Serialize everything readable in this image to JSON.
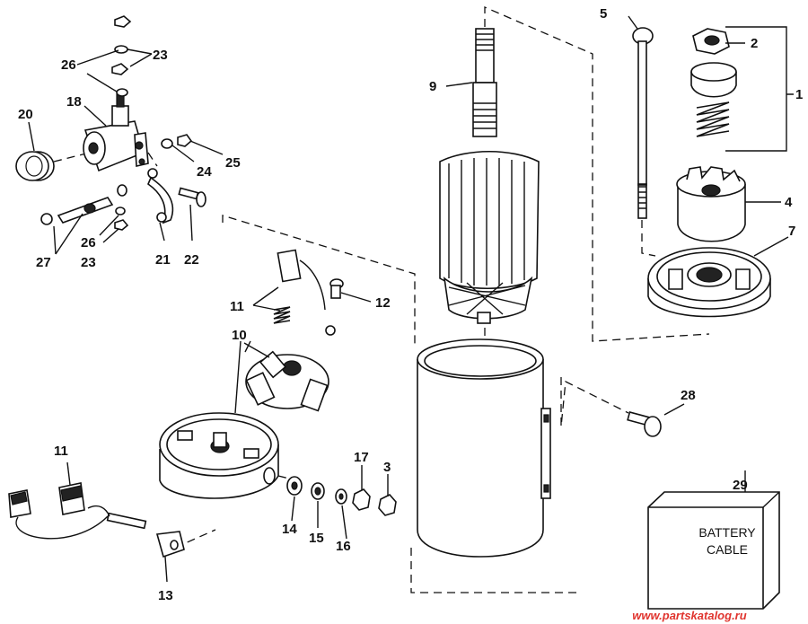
{
  "callouts": [
    {
      "id": "c1",
      "text": "1"
    },
    {
      "id": "c2",
      "text": "2"
    },
    {
      "id": "c3",
      "text": "3"
    },
    {
      "id": "c4",
      "text": "4"
    },
    {
      "id": "c5",
      "text": "5"
    },
    {
      "id": "c7",
      "text": "7"
    },
    {
      "id": "c9",
      "text": "9"
    },
    {
      "id": "c10",
      "text": "10"
    },
    {
      "id": "c11a",
      "text": "11"
    },
    {
      "id": "c11b",
      "text": "11"
    },
    {
      "id": "c12",
      "text": "12"
    },
    {
      "id": "c13",
      "text": "13"
    },
    {
      "id": "c14",
      "text": "14"
    },
    {
      "id": "c15",
      "text": "15"
    },
    {
      "id": "c16",
      "text": "16"
    },
    {
      "id": "c17",
      "text": "17"
    },
    {
      "id": "c18",
      "text": "18"
    },
    {
      "id": "c20",
      "text": "20"
    },
    {
      "id": "c21",
      "text": "21"
    },
    {
      "id": "c22",
      "text": "22"
    },
    {
      "id": "c23a",
      "text": "23"
    },
    {
      "id": "c23b",
      "text": "23"
    },
    {
      "id": "c24",
      "text": "24"
    },
    {
      "id": "c25",
      "text": "25"
    },
    {
      "id": "c26a",
      "text": "26"
    },
    {
      "id": "c26b",
      "text": "26"
    },
    {
      "id": "c27",
      "text": "27"
    },
    {
      "id": "c28",
      "text": "28"
    },
    {
      "id": "c29",
      "text": "29"
    }
  ],
  "battery_box": {
    "line1": "BATTERY",
    "line2": "CABLE"
  },
  "watermark": "www.partskatalog.ru",
  "colors": {
    "ink": "#111111",
    "watermark": "#e0342e",
    "background": "#ffffff"
  }
}
